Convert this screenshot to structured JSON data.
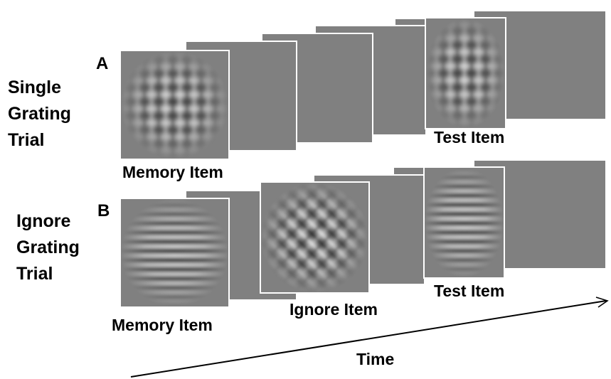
{
  "panels": [
    {
      "letter": "A",
      "row_label": [
        "Single",
        "Grating",
        "Trial"
      ],
      "memory_label": "Memory Item",
      "test_label": "Test Item"
    },
    {
      "letter": "B",
      "row_label": [
        "Ignore",
        "Grating",
        "Trial"
      ],
      "memory_label": "Memory Item",
      "ignore_label": "Ignore Item",
      "test_label": "Test Item"
    }
  ],
  "time_axis_label": "Time",
  "colors": {
    "frame_gray": "#808080",
    "frame_border": "#ffffff",
    "background": "#ffffff",
    "text": "#000000"
  }
}
